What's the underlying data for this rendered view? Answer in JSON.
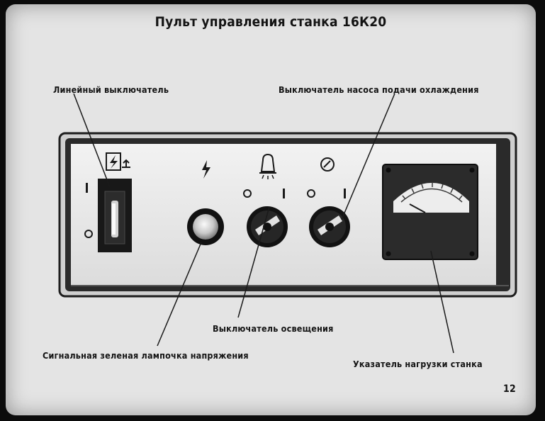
{
  "title": "Пульт управления станка 16К20",
  "labels": {
    "line_switch": "Линейный выключатель",
    "pump_switch": "Выключатель насоса подачи охлаждения",
    "light_switch": "Выключатель освещения",
    "signal_lamp": "Сигнальная зеленая лампочка напряжения",
    "load_indicator": "Указатель нагрузки станка"
  },
  "panel_marks": {
    "on": "I",
    "off": "O"
  },
  "page_number": "12"
}
